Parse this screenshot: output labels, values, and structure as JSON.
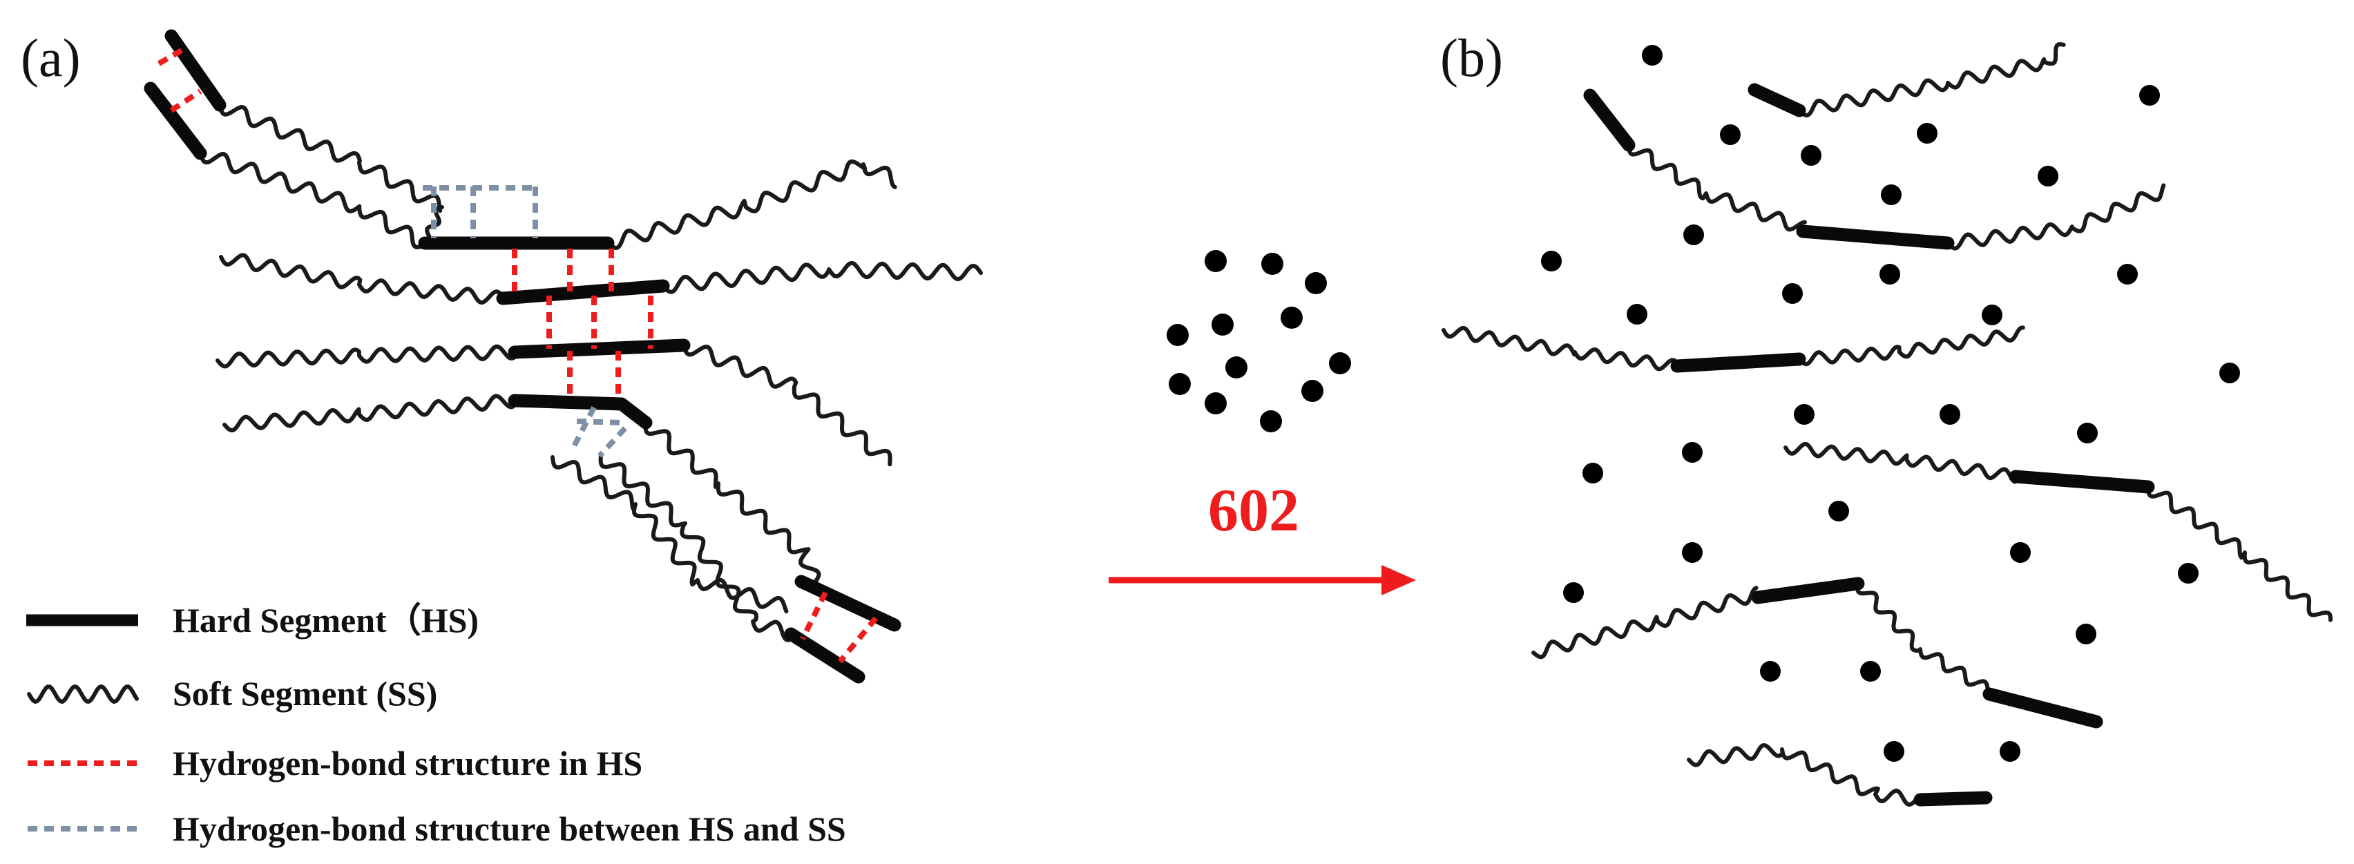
{
  "panels": {
    "a": "(a)",
    "b": "(b)"
  },
  "agent": {
    "label": "602"
  },
  "legend": {
    "hard": "Hard Segment（HS)",
    "soft": "Soft Segment (SS)",
    "hbond_hs": "Hydrogen-bond structure in HS",
    "hbond_hs_ss": "Hydrogen-bond structure between HS and SS"
  },
  "colors": {
    "hs_hbond": "#ee1c1c",
    "hs_ss_hbond": "#7f8fa6",
    "agent": "#ee1c1c",
    "segment": "#0a0a0a"
  }
}
